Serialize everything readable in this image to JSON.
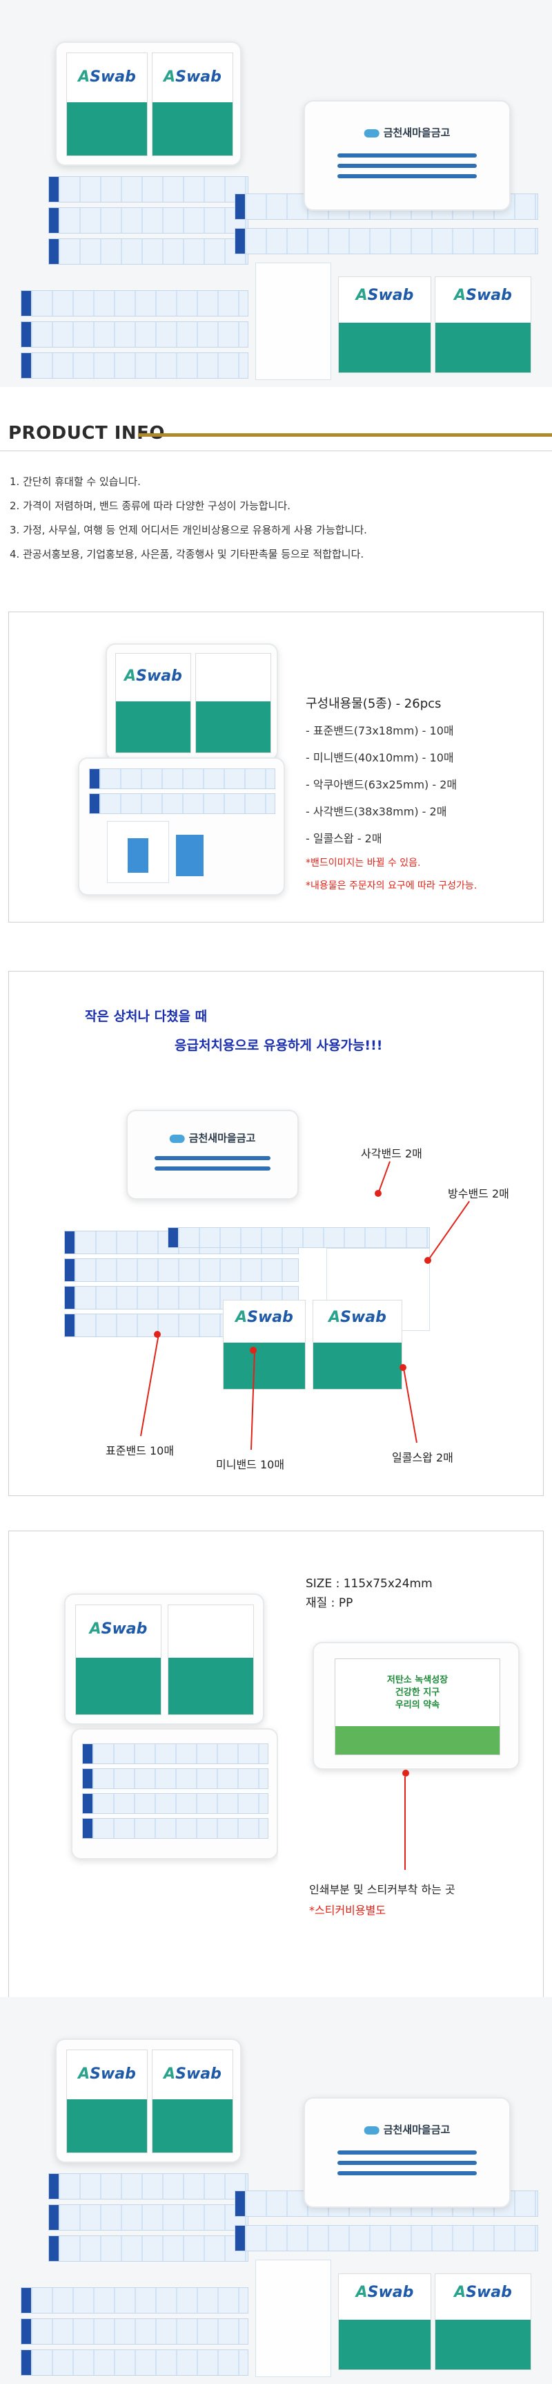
{
  "product": {
    "case_label": "금천새마을금고",
    "swab_brand_prefix": "A",
    "swab_brand_word": "Swab"
  },
  "info": {
    "title": "PRODUCT INFO",
    "items": [
      "1. 간단히 휴대할 수 있습니다.",
      "2. 가격이 저렴하며, 밴드 종류에 따라 다양한 구성이 가능합니다.",
      "3. 가정, 사무실, 여행 등 언제 어디서든 개인비상용으로 유용하게 사용 가능합니다.",
      "4. 관공서홍보용, 기업홍보용, 사은품, 각종행사 및 기타판촉물 등으로 적합합니다."
    ]
  },
  "composition": {
    "heading": "구성내용물(5종) - 26pcs",
    "lines": [
      "- 표준밴드(73x18mm) - 10매",
      "- 미니밴드(40x10mm) - 10매",
      "- 악쿠아밴드(63x25mm) - 2매",
      "- 사각밴드(38x38mm) - 2매",
      "- 일콜스왑 - 2매"
    ],
    "notes": [
      "*밴드이미지는 바뀔 수 있음.",
      "*내용물은 주문자의 요구에 따라 구성가능."
    ]
  },
  "usage": {
    "slogan_line1": "작은 상처나 다쳤을 때",
    "slogan_line2": "응급처치용으로 유용하게 사용가능!!!",
    "callouts": {
      "square_band": "사각밴드 2매",
      "waterproof_band": "방수밴드 2매",
      "standard_band": "표준밴드 10매",
      "mini_band": "미니밴드 10매",
      "alcohol_swab": "일콜스왑 2매"
    }
  },
  "spec": {
    "size": "SIZE : 115x75x24mm",
    "material": "재질 : PP",
    "print_area": "인쇄부분 및 스티커부착 하는 곳",
    "sticker_note": "*스티커비용별도",
    "sticker_text": [
      "저탄소 녹색성장",
      "건강한 지구",
      "우리의 약속"
    ]
  },
  "colors": {
    "accent_gold": "#b0892b",
    "red": "#e2231a",
    "slogan_blue": "#1a2fb0",
    "swab_teal": "#1f9e86",
    "bandage_blue": "#1f4fa6"
  }
}
